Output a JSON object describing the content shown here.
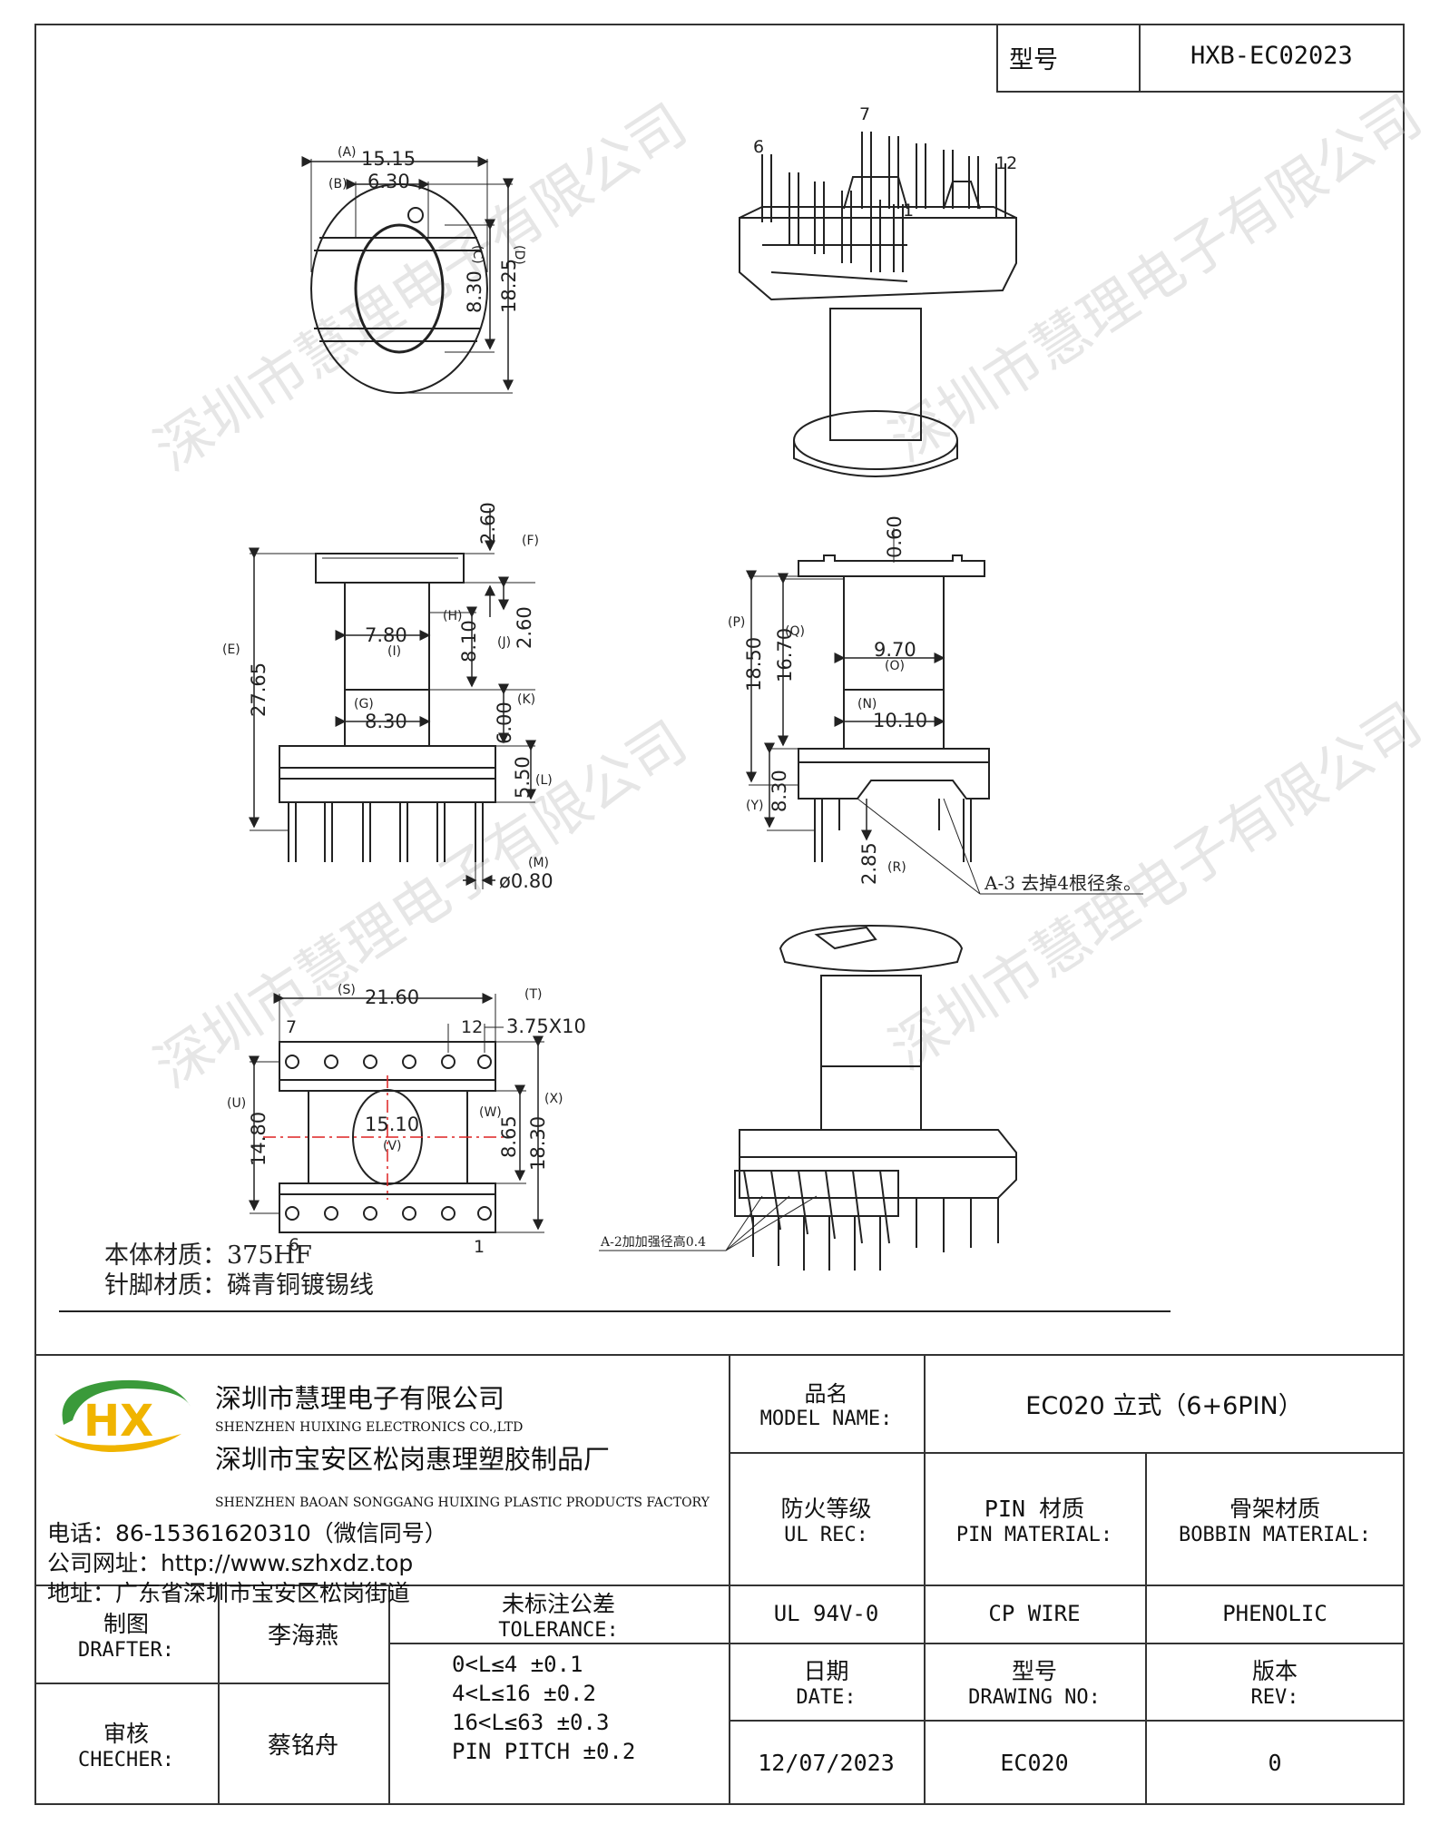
{
  "header": {
    "model_label": "型号",
    "model_value": "HXB-EC02023"
  },
  "watermark": "深圳市慧理电子有限公司",
  "top_view": {
    "dim_A": "15.15",
    "dim_B": "6.30",
    "dim_C": "8.30",
    "dim_D": "18.25",
    "tag_A": "(A)",
    "tag_B": "(B)",
    "tag_C": "(C)",
    "tag_D": "(D)"
  },
  "iso_view": {
    "pin_6": "6",
    "pin_7": "7",
    "pin_12": "12",
    "pin_1": "1"
  },
  "front_view": {
    "dim_F": "2.60",
    "dim_E": "27.65",
    "dim_H": "8.10",
    "dim_J": "2.60",
    "dim_I": "7.80",
    "dim_G": "8.30",
    "dim_K": "6.00",
    "dim_L": "5.50",
    "dim_M": "ø0.80",
    "tag_F": "(F)",
    "tag_E": "(E)",
    "tag_H": "(H)",
    "tag_J": "(J)",
    "tag_I": "(I)",
    "tag_G": "(G)",
    "tag_K": "(K)",
    "tag_L": "(L)",
    "tag_M": "(M)"
  },
  "side_view": {
    "dim_top": "0.60",
    "dim_P": "18.50",
    "dim_Q": "16.70",
    "dim_O": "9.70",
    "dim_N": "10.10",
    "dim_Y": "8.30",
    "dim_R": "2.85",
    "tag_P": "(P)",
    "tag_Q": "(Q)",
    "tag_O": "(O)",
    "tag_N": "(N)",
    "tag_Y": "(Y)",
    "tag_R": "(R)",
    "note": "A-3  去掉4根径条。"
  },
  "bottom_view": {
    "dim_S": "21.60",
    "dim_T": "3.75X10",
    "dim_U": "14.80",
    "dim_V": "15.10",
    "dim_W": "8.65",
    "dim_X": "18.30",
    "tag_S": "(S)",
    "tag_T": "(T)",
    "tag_U": "(U)",
    "tag_V": "(V)",
    "tag_W": "(W)",
    "tag_X": "(X)",
    "pin_7": "7",
    "pin_12": "12",
    "pin_6": "6",
    "pin_1": "1"
  },
  "iso_bottom": {
    "note": "A-2加加强径高0.4"
  },
  "materials": {
    "body": "本体材质：375HF",
    "pin": "针脚材质：磷青铜镀锡线"
  },
  "company": {
    "name_cn": "深圳市慧理电子有限公司",
    "name_en": "SHENZHEN HUIXING ELECTRONICS CO.,LTD",
    "factory_cn": "深圳市宝安区松岗惠理塑胶制品厂",
    "factory_en": "SHENZHEN BAOAN SONGGANG HUIXING PLASTIC PRODUCTS FACTORY",
    "phone": "电话：86-15361620310（微信同号）",
    "website": "公司网址：http://www.szhxdz.top",
    "address": "地址：广东省深圳市宝安区松岗街道",
    "logo_text": "HX"
  },
  "title_block": {
    "model_name_cn": "品名",
    "model_name_en": "MODEL NAME:",
    "model_name_value": "EC020 立式（6+6PIN）",
    "ul_cn": "防火等级",
    "ul_en": "UL REC:",
    "pin_mat_cn": "PIN 材质",
    "pin_mat_en": "PIN MATERIAL:",
    "bobbin_cn": "骨架材质",
    "bobbin_en": "BOBBIN MATERIAL:",
    "ul_value": "UL 94V-0",
    "pin_value": "CP WIRE",
    "bobbin_value": "PHENOLIC",
    "drafter_cn": "制图",
    "drafter_en": "DRAFTER:",
    "drafter_name": "李海燕",
    "checker_cn": "审核",
    "checker_en": "CHECHER:",
    "checker_name": "蔡铭舟",
    "tol_cn": "未标注公差",
    "tol_en": "TOLERANCE:",
    "tol_lines": [
      "0<L≤4   ±0.1",
      "4<L≤16  ±0.2",
      "16<L≤63  ±0.3",
      "PIN PITCH  ±0.2"
    ],
    "date_cn": "日期",
    "date_en": "DATE:",
    "date_value": "12/07/2023",
    "drawing_cn": "型号",
    "drawing_en": "DRAWING NO:",
    "drawing_value": "EC020",
    "rev_cn": "版本",
    "rev_en": "REV:",
    "rev_value": "0"
  }
}
